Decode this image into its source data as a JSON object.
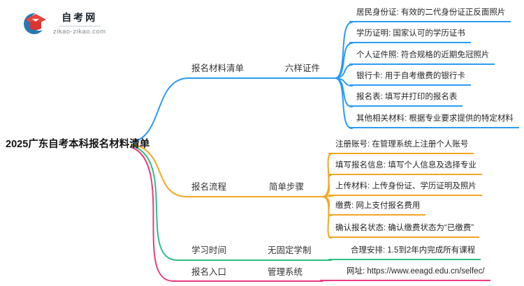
{
  "logo": {
    "site_name": "自考网",
    "site_url": "zikao-zikao.com",
    "icon": "graduation-cap-icon"
  },
  "root": {
    "title": "2025广东自考本科报名材料清单"
  },
  "colors": {
    "materials_branch": "#2b9bf4",
    "process_branch": "#f5a623",
    "time_branch": "#2dbe87",
    "entry_branch": "#ee3a80",
    "logo_red": "#e8433c",
    "logo_blue": "#2878b5"
  },
  "branches": [
    {
      "label": "报名材料清单",
      "sublabel": "六样证件",
      "leaves": [
        "居民身份证: 有效的二代身份证正反面照片",
        "学历证明: 国家认可的学历证书",
        "个人证件照: 符合规格的近期免冠照片",
        "银行卡: 用于自考缴费的银行卡",
        "报名表: 填写并打印的报名表",
        "其他相关材料: 根据专业要求提供的特定材料"
      ]
    },
    {
      "label": "报名流程",
      "sublabel": "简单步骤",
      "leaves": [
        "注册账号: 在管理系统上注册个人账号",
        "填写报名信息: 填写个人信息及选择专业",
        "上传材料: 上传身份证、学历证明及照片",
        "缴费: 网上支付报名费用",
        "确认报名状态: 确认缴费状态为“已缴费”"
      ]
    },
    {
      "label": "学习时间",
      "sublabel": "无固定学制",
      "leaves": [
        "合理安排: 1.5到2年内完成所有课程"
      ]
    },
    {
      "label": "报名入口",
      "sublabel": "管理系统",
      "leaves": [
        "网址: https://www.eeagd.edu.cn/selfec/"
      ]
    }
  ]
}
